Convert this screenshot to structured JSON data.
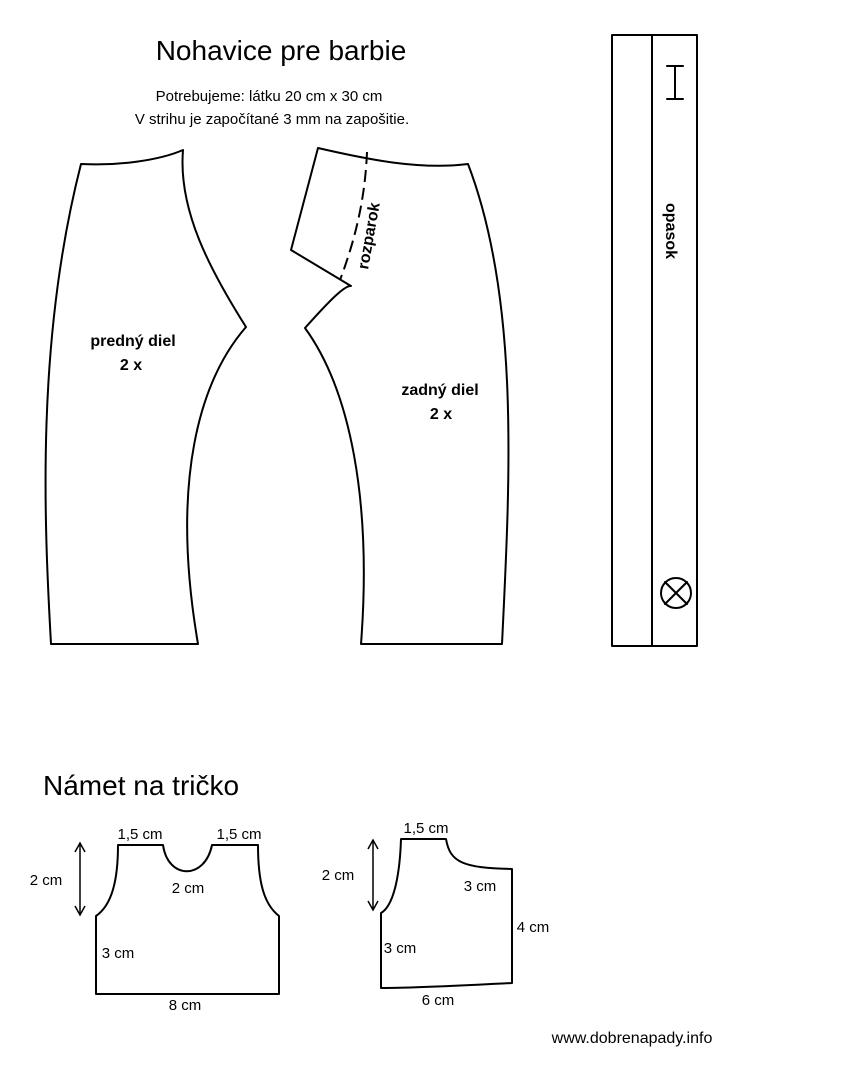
{
  "pants": {
    "title": "Nohavice pre barbie",
    "requirement": "Potrebujeme: látku 20 cm x 30 cm",
    "allowance": "V strihu je započítané 3 mm na zapošitie.",
    "front_piece": {
      "name": "predný diel",
      "count": "2 x"
    },
    "back_piece": {
      "name": "zadný diel",
      "count": "2 x"
    },
    "fly_label": "rozparok",
    "belt_label": "opasok"
  },
  "shirt": {
    "title": "Námet na tričko",
    "front": {
      "shoulder_left": "1,5 cm",
      "shoulder_right": "1,5 cm",
      "neck": "2 cm",
      "armhole": "2 cm",
      "side": "3 cm",
      "bottom": "8 cm"
    },
    "back": {
      "shoulder": "1,5 cm",
      "armhole": "2 cm",
      "neck": "3 cm",
      "center": "4 cm",
      "side": "3 cm",
      "bottom": "6 cm"
    }
  },
  "website": "www.dobrenapady.info"
}
